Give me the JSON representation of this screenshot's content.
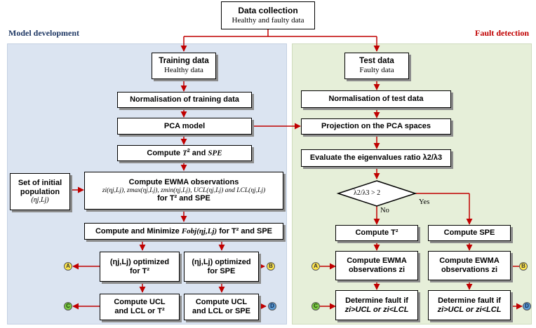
{
  "sections": {
    "model": "Model development",
    "fault": "Fault detection"
  },
  "boxes": {
    "data_collection": {
      "title": "Data collection",
      "sub": "Healthy and faulty data"
    },
    "training": {
      "title": "Training data",
      "sub": "Healthy data"
    },
    "normalise_train": "Normalisation of training data",
    "pca_model": "PCA model",
    "compute_t2_spe": {
      "pre": "Compute ",
      "t": "T",
      "sup": "2",
      "and": " and ",
      "spe": "SPE"
    },
    "initial_pop": {
      "l1": "Set of initial",
      "l2": "population",
      "param": "(ηj,Lj)"
    },
    "ewma_obs": {
      "title": "Compute EWMA observations",
      "formula": "zi(ηj,Lj), zmax(ηj,Lj), zmin(ηj,Lj), UCL(ηj,Lj) and LCL(ηj,Lj)",
      "tail": "for T² and SPE"
    },
    "minimize": {
      "pre": "Compute and Minimize ",
      "f": "Fobj(ηj,Lj)",
      "post": " for T² and SPE"
    },
    "opt_t2": {
      "l1": "(ηj,Lj) optimized",
      "l2": "for T²"
    },
    "opt_spe": {
      "l1": "(ηj,Lj) optimized",
      "l2": "for SPE"
    },
    "ucl_t2": {
      "l1": "Compute UCL",
      "l2": "and LCL or T²"
    },
    "ucl_spe": {
      "l1": "Compute UCL",
      "l2": "and LCL or SPE"
    },
    "test": {
      "title": "Test data",
      "sub": "Faulty data"
    },
    "normalise_test": "Normalisation of test data",
    "projection": "Projection on the  PCA spaces",
    "eigen": "Evaluate the eigenvalues ratio λ2/λ3",
    "decision": "λ2/λ3 > 2",
    "compute_t2": "Compute T²",
    "compute_spe": "Compute SPE",
    "ewma_left": {
      "l1": "Compute EWMA",
      "l2": "observations zi"
    },
    "ewma_right": {
      "l1": "Compute EWMA",
      "l2": "observations zi"
    },
    "fault_left": {
      "l1": "Determine fault if",
      "l2": "zi>UCL or zi<LCL"
    },
    "fault_right": {
      "l1": "Determine fault if",
      "l2": "zi>UCL or zi<LCL"
    }
  },
  "decision_labels": {
    "no": "No",
    "yes": "Yes"
  },
  "connectors": {
    "a": "A",
    "b": "B",
    "c": "C",
    "d": "D"
  },
  "colors": {
    "arrow": "#c00000",
    "panel_left": "#dbe4f1",
    "panel_right": "#e6efd9",
    "conn_a": "#ffe74c",
    "conn_b": "#ffe74c",
    "conn_c": "#7ac943",
    "conn_d": "#5b9bd5"
  }
}
